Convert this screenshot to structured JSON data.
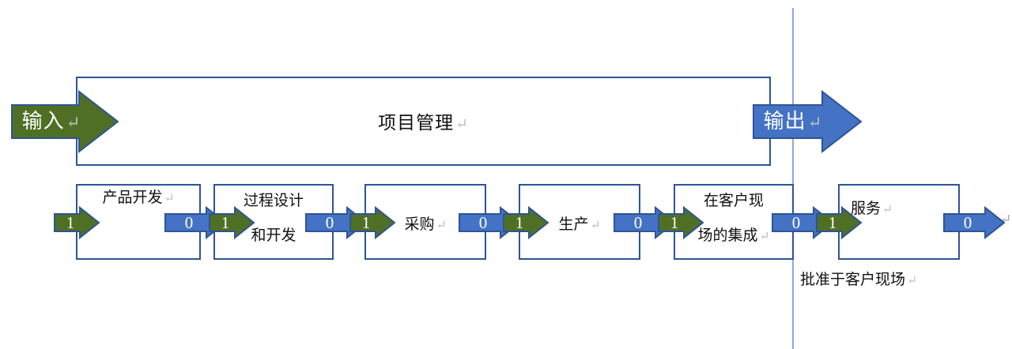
{
  "diagram": {
    "title": "项目管理",
    "title_mark": "↵",
    "input_arrow": {
      "label": "输入",
      "mark": "↵"
    },
    "output_arrow": {
      "label": "输出",
      "mark": "↵"
    },
    "caption": "批准于客户现场",
    "caption_mark": "↵",
    "stages": [
      {
        "id": "product-development",
        "label_line1": "产品开发",
        "label_line2": "",
        "mark": "↵"
      },
      {
        "id": "process-design-development",
        "label_line1": "过程设计",
        "label_line2": "和开发",
        "mark": ""
      },
      {
        "id": "procurement",
        "label_line1": "采购",
        "label_line2": "",
        "mark": "↵"
      },
      {
        "id": "production",
        "label_line1": "生产",
        "label_line2": "",
        "mark": "↵"
      },
      {
        "id": "onsite-integration",
        "label_line1": "在客户现",
        "label_line2": "场的集成",
        "mark": "↵"
      },
      {
        "id": "service",
        "label_line1": "服务",
        "label_line2": "",
        "mark": "↵"
      }
    ],
    "connector_arrows": {
      "green_label": "1",
      "blue_label": "0",
      "blue_tail_mark": "↵"
    },
    "colors": {
      "green": "#4F7024",
      "blue": "#4472C4",
      "outline": "#2F5496",
      "page_rule": "#8FA8DB",
      "text": "#111111",
      "pilcrow": "#BFBFBF"
    }
  }
}
